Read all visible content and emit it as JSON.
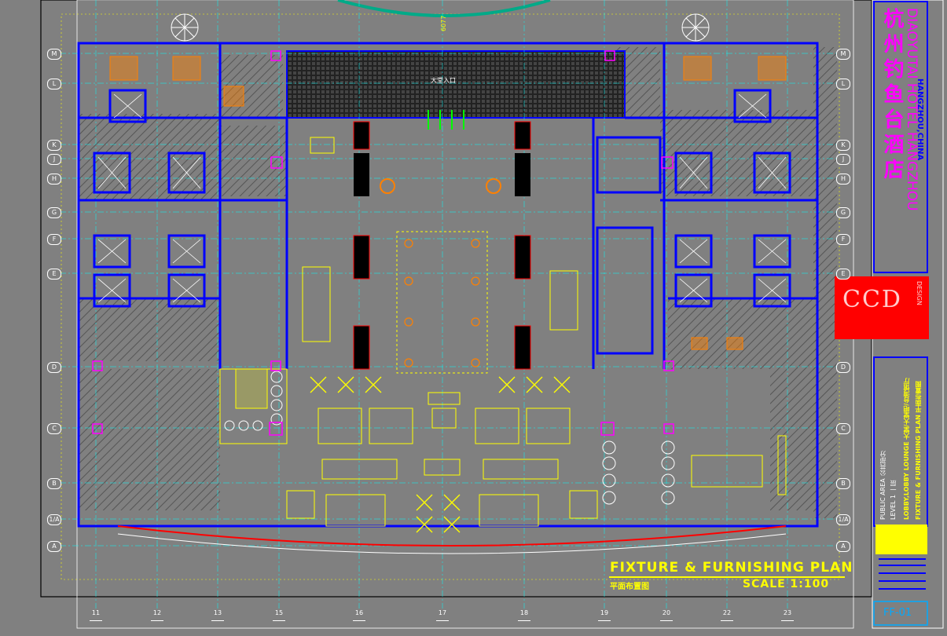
{
  "drawing": {
    "title": "FIXTURE & FURNISHING PLAN",
    "subtitle_cn": "平面布置图",
    "scale": "SCALE 1:100",
    "sheet_no": "FF-01",
    "entrance_label": "大堂入口",
    "dimension_label": "6077"
  },
  "project": {
    "name_cn": "杭州钓鱼台酒店",
    "name_en": "DIAOYUTAI HOTEL HANGZHOU",
    "location": "HANGZHOU,CHINA"
  },
  "logo": {
    "text": "CCD",
    "subtext": "DESIGN"
  },
  "sheet_info": {
    "area": "PUBLIC AREA  公共部分",
    "level": "LEVEL 1  一层",
    "space": "LOBBY,LOBBY LOUNGE  大堂/大堂吧/台湾馆厅",
    "drawing_name": "FIXTURE & FURNISHING PLAN  平面布置图"
  },
  "grid": {
    "columns": [
      "11",
      "12",
      "13",
      "15",
      "16",
      "17",
      "18",
      "19",
      "20",
      "22",
      "23"
    ],
    "rows": [
      "M",
      "L",
      "K",
      "J",
      "H",
      "G",
      "F",
      "E",
      "D",
      "C",
      "B",
      "1/A",
      "A"
    ]
  },
  "colors": {
    "background": "#808080",
    "wall": "#0000ff",
    "furniture": "#ffff00",
    "grid": "#00ffff",
    "accent_red": "#ff0000",
    "magenta": "#ff00ff",
    "orange": "#ff8000",
    "white": "#ffffff",
    "green": "#00ff00"
  }
}
